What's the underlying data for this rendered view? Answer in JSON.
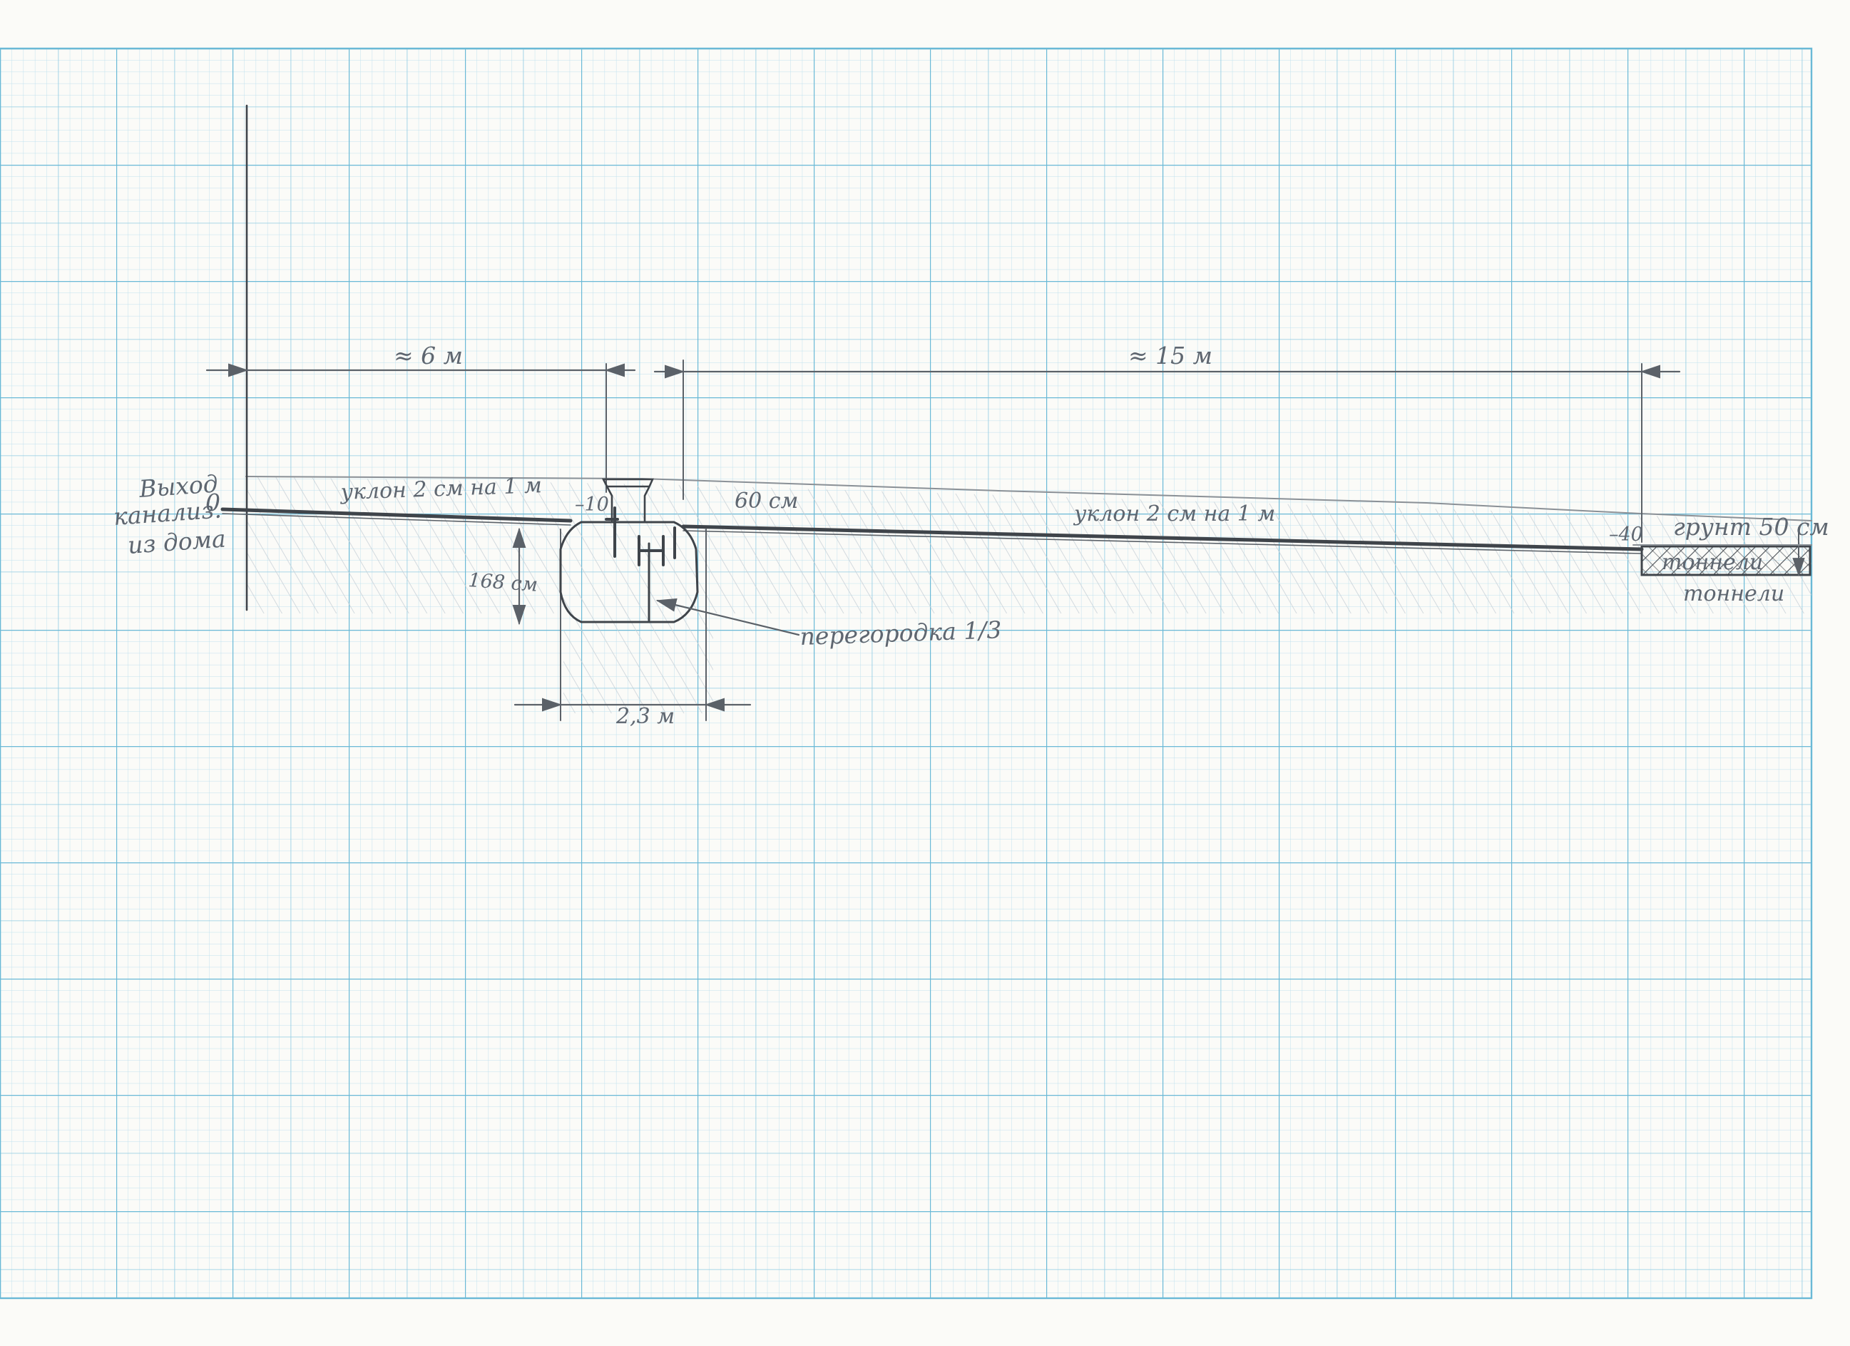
{
  "labels": {
    "house_outlet_line1": "Выход",
    "house_outlet_line2": "канализ.",
    "house_outlet_line3": "из дома",
    "level_zero": "0",
    "dist_to_tank": "≈ 6 м",
    "dist_to_tunnels": "≈ 15 м",
    "slope_first": "уклон 2 см на 1 м",
    "slope_second": "уклон 2 см на 1 м",
    "level_minus10": "–10",
    "depth_60": "60 см",
    "level_minus40": "–40",
    "soil_layer": "грунт 50 см",
    "tunnels_in_box": "тоннели",
    "tunnels_below": "тоннели",
    "tank_height": "168 см",
    "tank_width": "2,3 м",
    "partition": "перегородка 1/3"
  },
  "colors": {
    "paper": "#fbfbf8",
    "grid_minor": "#b5dcea",
    "grid_major": "#73bfd9",
    "pencil": "#5b6168"
  }
}
